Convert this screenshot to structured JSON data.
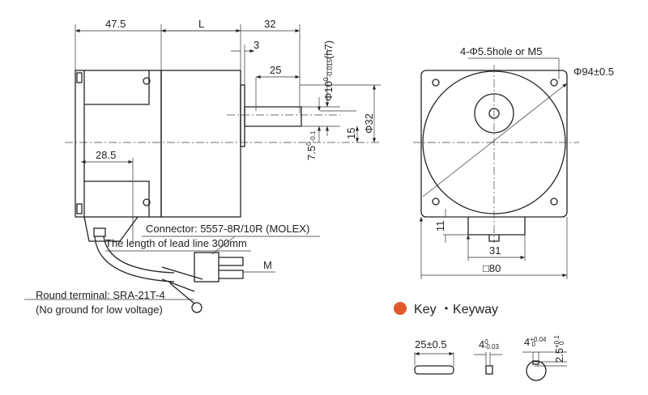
{
  "side_view": {
    "dim_rear": "47.5",
    "dim_body": "L",
    "dim_shaft": "32",
    "dim_step": "3",
    "dim_key": "25",
    "dim_shaft_dia": "Φ10",
    "dim_shaft_dia_tol_up": "0",
    "dim_shaft_dia_tol_low": "-0.015",
    "dim_shaft_dia_fit": "(h7)",
    "dim_pilot": "Φ32",
    "dim_15": "15",
    "dim_key_h": "7.5",
    "dim_key_h_tol_up": "0",
    "dim_key_h_tol_low": "-0.1",
    "dim_285": "28.5",
    "connector": "Connector: 5557-8R/10R (MOLEX)",
    "lead_line": "The length of lead line 300mm",
    "motor_mark": "M",
    "terminal": "Round terminal: SRA-21T-4",
    "terminal_note": "(No ground for low voltage)"
  },
  "front_view": {
    "holes": "4-Φ5.5hole or M5",
    "pcd": "Φ94±0.5",
    "dim_11": "11",
    "dim_31": "31",
    "dim_80": "□80"
  },
  "key": {
    "title": "Key ・Keyway",
    "bullet_color": "#e05a2a",
    "length": "25±0.5",
    "width": "4",
    "width_tol_up": "0",
    "width_tol_low": "-0.03",
    "slot": "4",
    "slot_tol_up": "+0.04",
    "slot_tol_low": "0",
    "depth": "2.5",
    "depth_tol_up": "+0.1",
    "depth_tol_low": "0"
  }
}
